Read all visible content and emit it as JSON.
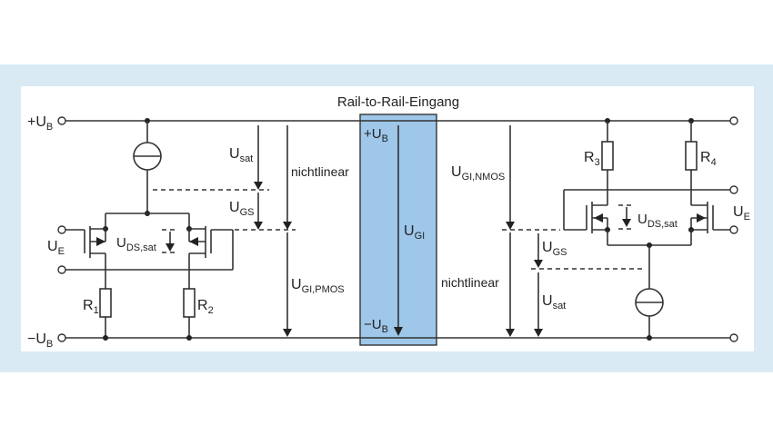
{
  "diagram": {
    "title": "Rail-to-Rail-Eingang",
    "colors": {
      "outer_background": "#d9eaf4",
      "highlight_box": "#9ec7ea",
      "line": "#333333"
    },
    "rails": {
      "top": {
        "main": "+U",
        "sub": "B"
      },
      "bottom": {
        "main": "−U",
        "sub": "B"
      }
    },
    "left_stage": {
      "input": {
        "main": "U",
        "sub": "E"
      },
      "uds": {
        "main": "U",
        "sub": "DS,sat"
      },
      "r1": {
        "main": "R",
        "sub": "1"
      },
      "r2": {
        "main": "R",
        "sub": "2"
      },
      "usat": {
        "main": "U",
        "sub": "sat"
      },
      "ugs": {
        "main": "U",
        "sub": "GS"
      },
      "nonlinear": "nichtlinear",
      "ugi": {
        "main": "U",
        "sub": "GI,PMOS"
      }
    },
    "center": {
      "top": {
        "main": "+U",
        "sub": "B"
      },
      "ugi": {
        "main": "U",
        "sub": "GI"
      },
      "bottom": {
        "main": "−U",
        "sub": "B"
      }
    },
    "right_stage": {
      "ugi": {
        "main": "U",
        "sub": "GI,NMOS"
      },
      "nonlinear": "nichtlinear",
      "ugs": {
        "main": "U",
        "sub": "GS"
      },
      "usat": {
        "main": "U",
        "sub": "sat"
      },
      "r3": {
        "main": "R",
        "sub": "3"
      },
      "r4": {
        "main": "R",
        "sub": "4"
      },
      "uds": {
        "main": "U",
        "sub": "DS,sat"
      },
      "input": {
        "main": "U",
        "sub": "E"
      }
    }
  }
}
